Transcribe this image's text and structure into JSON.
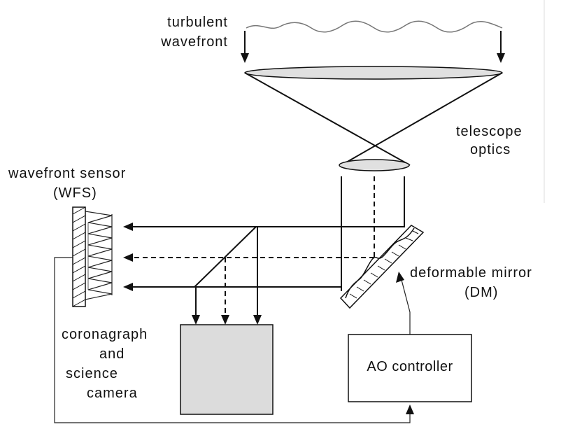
{
  "labels": {
    "turbulent_line1": "turbulent",
    "turbulent_line2": "wavefront",
    "telescope_line1": "telescope",
    "telescope_line2": "optics",
    "wfs_line1": "wavefront sensor",
    "wfs_line2": "(WFS)",
    "dm_line1": "deformable mirror",
    "dm_line2": "(DM)",
    "coro_line1": "coronagraph",
    "coro_line2": "and",
    "coro_line3": "science",
    "coro_line4": "camera",
    "ao_controller": "AO controller"
  },
  "colors": {
    "line": "#111111",
    "camera_fill": "#dcdcdc",
    "lens_fill": "#e0e0e0",
    "wavefront": "#777777",
    "background": "#ffffff"
  }
}
